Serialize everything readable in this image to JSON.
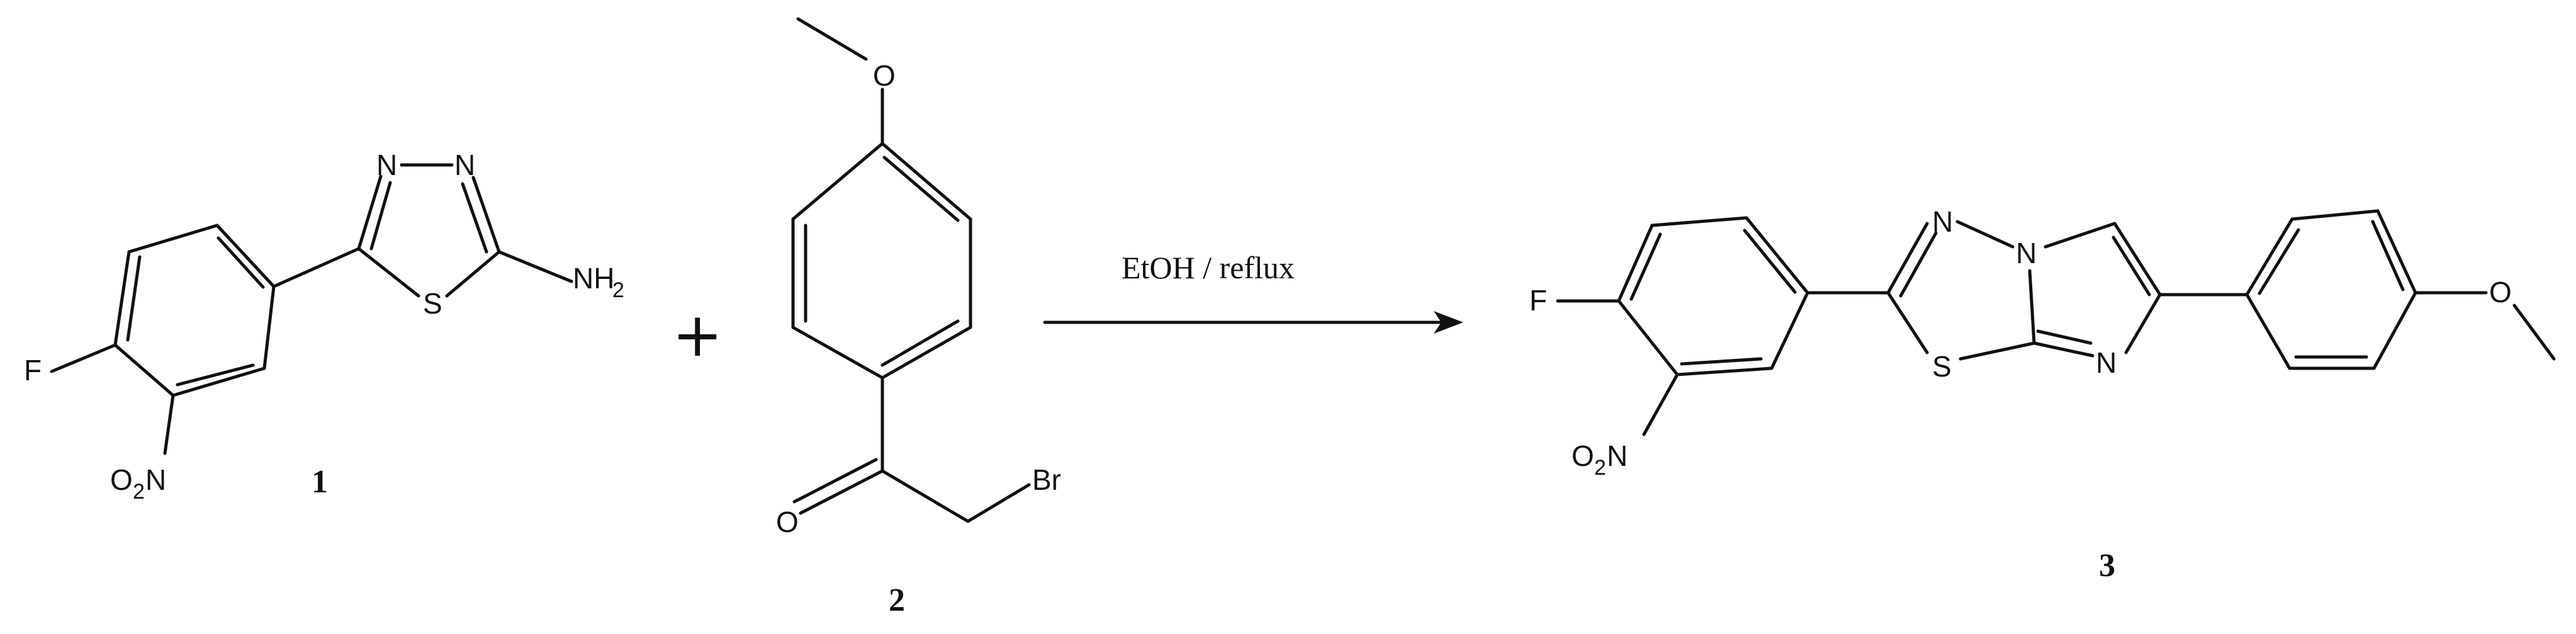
{
  "scheme": {
    "compound1": {
      "number": "1",
      "atoms": {
        "F": "F",
        "O2N": "O",
        "O2N_sub": "2",
        "O2N_tail": "N",
        "N_a": "N",
        "N_b": "N",
        "S": "S",
        "NH2": "NH",
        "NH2_sub": "2"
      }
    },
    "plus": "+",
    "compound2": {
      "number": "2",
      "atoms": {
        "O_methoxy": "O",
        "O_carbonyl": "O",
        "Br": "Br"
      }
    },
    "arrow": {
      "conditions": "EtOH / reflux"
    },
    "compound3": {
      "number": "3",
      "atoms": {
        "F": "F",
        "O2N": "O",
        "O2N_sub": "2",
        "O2N_tail": "N",
        "N_top": "N",
        "N_bridge": "N",
        "S": "S",
        "N_ring": "N",
        "O_methoxy": "O"
      }
    },
    "colors": {
      "ink": "#111111",
      "background": "#ffffff"
    }
  }
}
